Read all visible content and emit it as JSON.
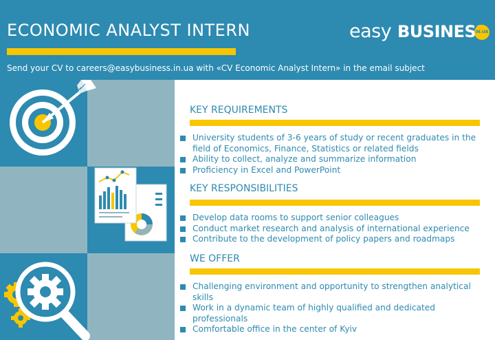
{
  "header": {
    "title": "ECONOMIC ANALYST INTERN",
    "subtitle": "Send your CV to careers@easybusiness.in.ua with «CV Economic Analyst Intern» in the email subject"
  },
  "logo": {
    "part1": "easy",
    "part2": "BUSINESS",
    "badge": "IN.UA"
  },
  "sections": [
    {
      "title": "KEY REQUIREMENTS",
      "items": [
        "University students of 3-6 years of study or recent graduates in the field of Economics, Finance, Statistics or related fields",
        "Ability to collect, analyze and summarize information",
        "Proficiency in Excel and PowerPoint"
      ]
    },
    {
      "title": "KEY RESPONSIBILITIES",
      "items": [
        "Develop data rooms to support senior colleagues",
        "Conduct market research and analysis of international experience",
        "Contribute to the development of policy papers and roadmaps"
      ]
    },
    {
      "title": "WE OFFER",
      "items": [
        "Challenging environment and opportunity to strengthen analytical skills",
        "Work in a dynamic team of highly qualified and dedicated professionals",
        "Comfortable office in the center of Kyiv"
      ]
    }
  ],
  "colors": {
    "blue": "#2d8ab0",
    "gray": "#90b5c1",
    "yellow": "#f7c600",
    "white": "#ffffff"
  },
  "icons": [
    "target-arrow-icon",
    "report-charts-icon",
    "magnifier-gears-icon"
  ]
}
